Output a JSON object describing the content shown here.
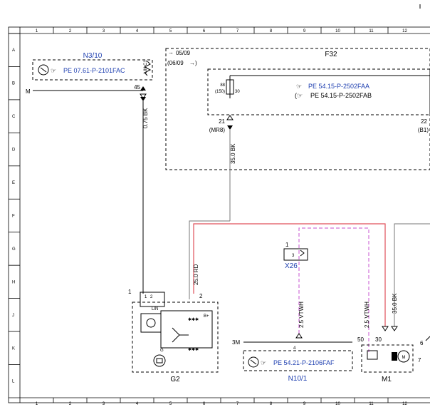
{
  "grid": {
    "columns": [
      "1",
      "2",
      "3",
      "4",
      "5",
      "6",
      "7",
      "8",
      "9",
      "10",
      "11",
      "12"
    ],
    "rows": [
      "A",
      "B",
      "C",
      "D",
      "E",
      "F",
      "G",
      "H",
      "J",
      "K",
      "L"
    ]
  },
  "components": {
    "n3_10": {
      "label": "N3/10",
      "ref": "PE 07.61-P-2101FAC",
      "pin_lin": "LIN C1",
      "pin_45": "45",
      "ground_label": "M"
    },
    "f32": {
      "label": "F32",
      "date_from": "05/09",
      "date_alt": "(06/09",
      "fuse_88": "88",
      "fuse_150": "(150)",
      "fuse_30": "30",
      "ref1": "PE 54.15-P-2502FAA",
      "ref2": "PE 54.15-P-2502FAB",
      "pin_21": "21",
      "pin_mr8": "(MR8)",
      "pin_22": "22",
      "pin_b1": "(B1)"
    },
    "x26": {
      "label": "X26",
      "pin_1": "1",
      "pin_3": "3"
    },
    "g2": {
      "label": "G2",
      "pin_1": "1",
      "pin_1b": "1",
      "pin_2": "2",
      "pin_2b": "2",
      "lin": "LIN",
      "bplus": "B+",
      "g": "G"
    },
    "n10_1": {
      "label": "N10/1",
      "ref": "PE 54.21-P-2106FAF",
      "pin_3m": "3M",
      "pin_4": "4"
    },
    "m1": {
      "label": "M1",
      "pin_50": "50",
      "pin_30": "30",
      "pin_6": "6",
      "pin_7": "7"
    }
  },
  "wires": {
    "w_lin": "0.75 BK",
    "w_35bk_top": "35.0 BK",
    "w_25rd": "25.0 RD",
    "w_25vtwh_a": "2.5 VTWH",
    "w_25vtwh_b": "2.5 VTWH",
    "w_35bk_m1": "35.0 BK"
  },
  "colors": {
    "label_blue": "#1e3fb0",
    "wire_red": "#e0505a",
    "wire_violet": "#d070d8"
  }
}
